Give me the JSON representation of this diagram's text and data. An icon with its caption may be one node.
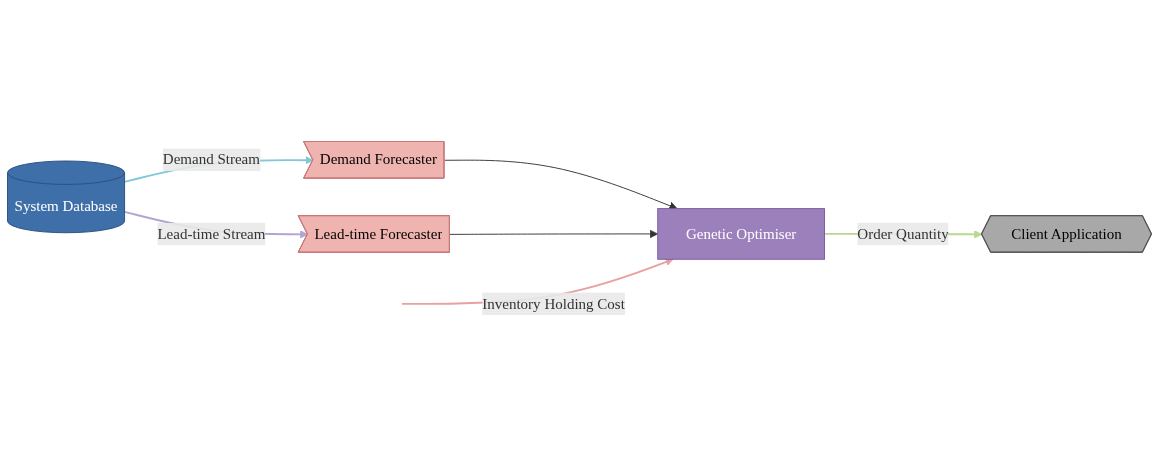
{
  "diagram": {
    "nodes": [
      {
        "text": [
          "System Database"
        ]
      },
      {
        "text": [
          "Demand Forecaster"
        ]
      },
      {
        "text": [
          "Lead-time Forecaster"
        ]
      },
      {
        "text": [
          "Genetic Optimiser"
        ]
      },
      {
        "text": [
          "Client Application"
        ]
      }
    ],
    "edges": [
      {
        "from": 0,
        "to": 1,
        "arrow": "to",
        "label": "Demand Stream",
        "color": "#7fc8d8"
      },
      {
        "from": 0,
        "to": 2,
        "arrow": "to",
        "label": "Lead-time Stream",
        "color": "#b4a4d0"
      },
      {
        "from": 1,
        "to": 3,
        "arrow": "to"
      },
      {
        "from": 2,
        "to": 3,
        "arrow": "to"
      },
      {
        "from": null,
        "to": 3,
        "arrow": "to",
        "label": "Inventory Holding Cost",
        "color": "#e8a0a0"
      },
      {
        "from": 3,
        "to": 4,
        "arrow": "to",
        "label": "Order Quantity",
        "color": "#b8d890"
      }
    ]
  }
}
